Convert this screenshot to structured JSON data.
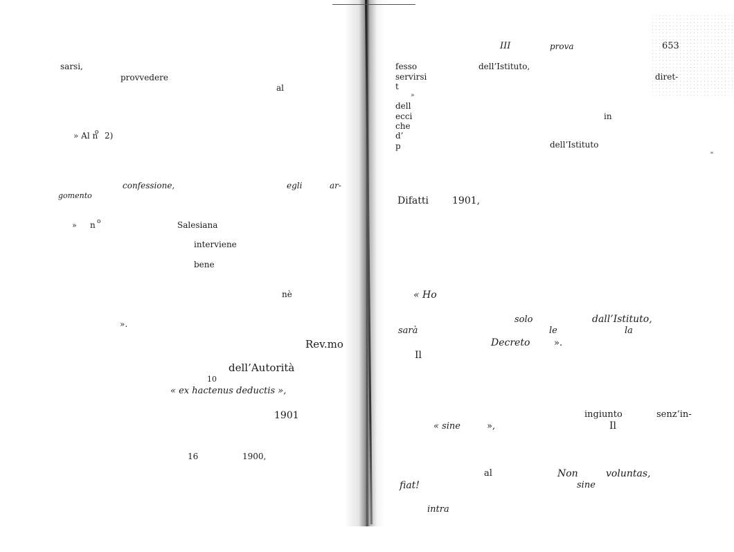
{
  "header": {
    "chapter": "III",
    "subtitle": "prova",
    "page_number": "653"
  },
  "left_page": [
    "sarsi,",
    "provvedere",
    "al",
    "» Al n",
    "o",
    "2)",
    "confessione,",
    "egli",
    "ar-",
    "gomento",
    "»",
    "n",
    "o",
    "Salesiana",
    "interviene",
    "bene",
    "nè",
    "».",
    "Rev.mo",
    "dell’Autorità",
    "10",
    "« ex hactenus deductis »,",
    "1901",
    "16",
    "1900,"
  ],
  "right_page": [
    "fesso",
    "dell’Istituto,",
    "servirsi",
    "t",
    "»",
    "dell",
    "ecci",
    "che",
    "d’",
    "p",
    "in",
    "dell’Istituto",
    "diret-",
    "Difatti",
    "1901,",
    "« Ho",
    "solo",
    "dall’Istituto,",
    "sarà",
    "le",
    "la",
    "Decreto",
    "».",
    "Il",
    "ingiunto",
    "senz’in-",
    "« sine",
    "»,",
    "Il",
    "al",
    "Non",
    "voluntas,",
    "fiat!",
    "sine",
    "intra"
  ]
}
